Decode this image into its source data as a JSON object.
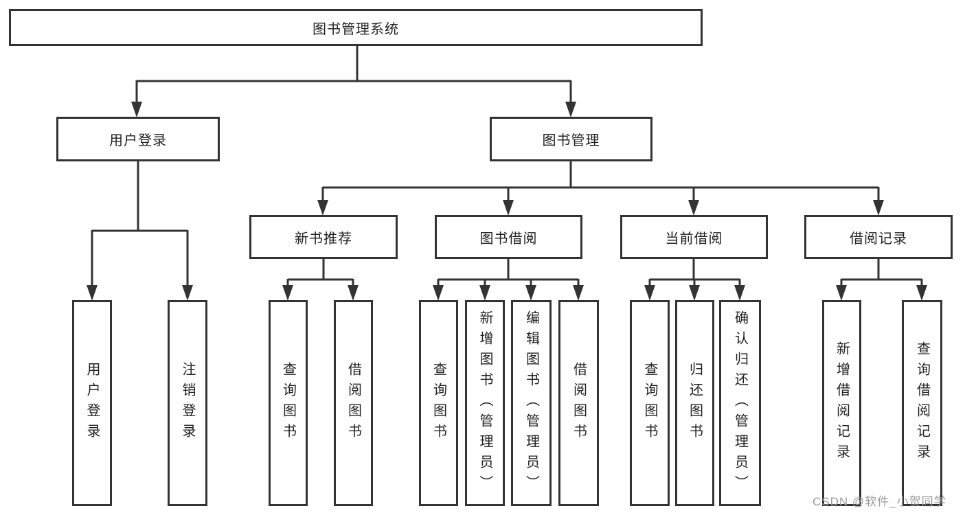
{
  "diagram": {
    "root": {
      "label": "图书管理系统"
    },
    "branches": [
      {
        "label": "用户登录",
        "children": [
          {
            "label": "用户登录"
          },
          {
            "label": "注销登录"
          }
        ]
      },
      {
        "label": "图书管理",
        "children": [
          {
            "label": "新书推荐",
            "children": [
              {
                "label": "查询图书"
              },
              {
                "label": "借阅图书"
              }
            ]
          },
          {
            "label": "图书借阅",
            "children": [
              {
                "label": "查询图书"
              },
              {
                "label": "新增图书（管理员）"
              },
              {
                "label": "编辑图书（管理员）"
              },
              {
                "label": "借阅图书"
              }
            ]
          },
          {
            "label": "当前借阅",
            "children": [
              {
                "label": "查询图书"
              },
              {
                "label": "归还图书"
              },
              {
                "label": "确认归还（管理员）"
              }
            ]
          },
          {
            "label": "借阅记录",
            "children": [
              {
                "label": "新增借阅记录"
              },
              {
                "label": "查询借阅记录"
              }
            ]
          }
        ]
      }
    ],
    "watermark": "CSDN @软件_小贺同学",
    "colors": {
      "line": "#333333",
      "box_border": "#333333",
      "text": "#222222",
      "background": "#ffffff",
      "watermark_text": "#9c9c9c"
    }
  }
}
